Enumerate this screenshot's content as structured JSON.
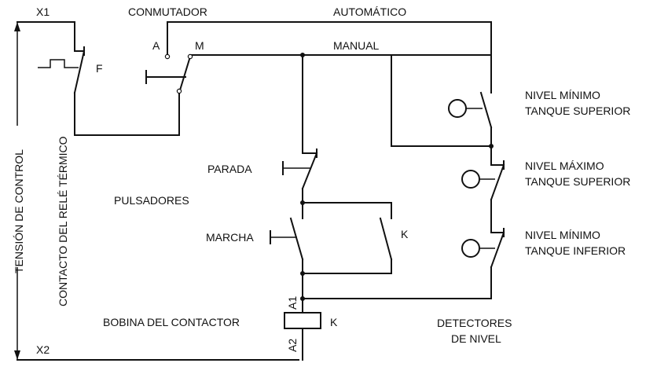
{
  "labels": {
    "x1": "X1",
    "x2": "X2",
    "conmutador": "CONMUTADOR",
    "automatico": "AUTOMÁTICO",
    "manual": "MANUAL",
    "a": "A",
    "m": "M",
    "f": "F",
    "parada": "PARADA",
    "pulsadores": "PULSADORES",
    "marcha": "MARCHA",
    "k_contact": "K",
    "a1": "A1",
    "a2": "A2",
    "bobina": "BOBINA DEL CONTACTOR",
    "k_coil": "K",
    "detectores_1": "DETECTORES",
    "detectores_2": "DE NIVEL",
    "tension": "TENSIÓN DE CONTROL",
    "rele_termico": "CONTACTO DEL RELÉ TÉRMICO",
    "nivel_min_sup_1": "NIVEL MÍNIMO",
    "nivel_min_sup_2": "TANQUE SUPERIOR",
    "nivel_max_sup_1": "NIVEL MÁXIMO",
    "nivel_max_sup_2": "TANQUE SUPERIOR",
    "nivel_min_inf_1": "NIVEL MÍNIMO",
    "nivel_min_inf_2": "TANQUE INFERIOR"
  }
}
